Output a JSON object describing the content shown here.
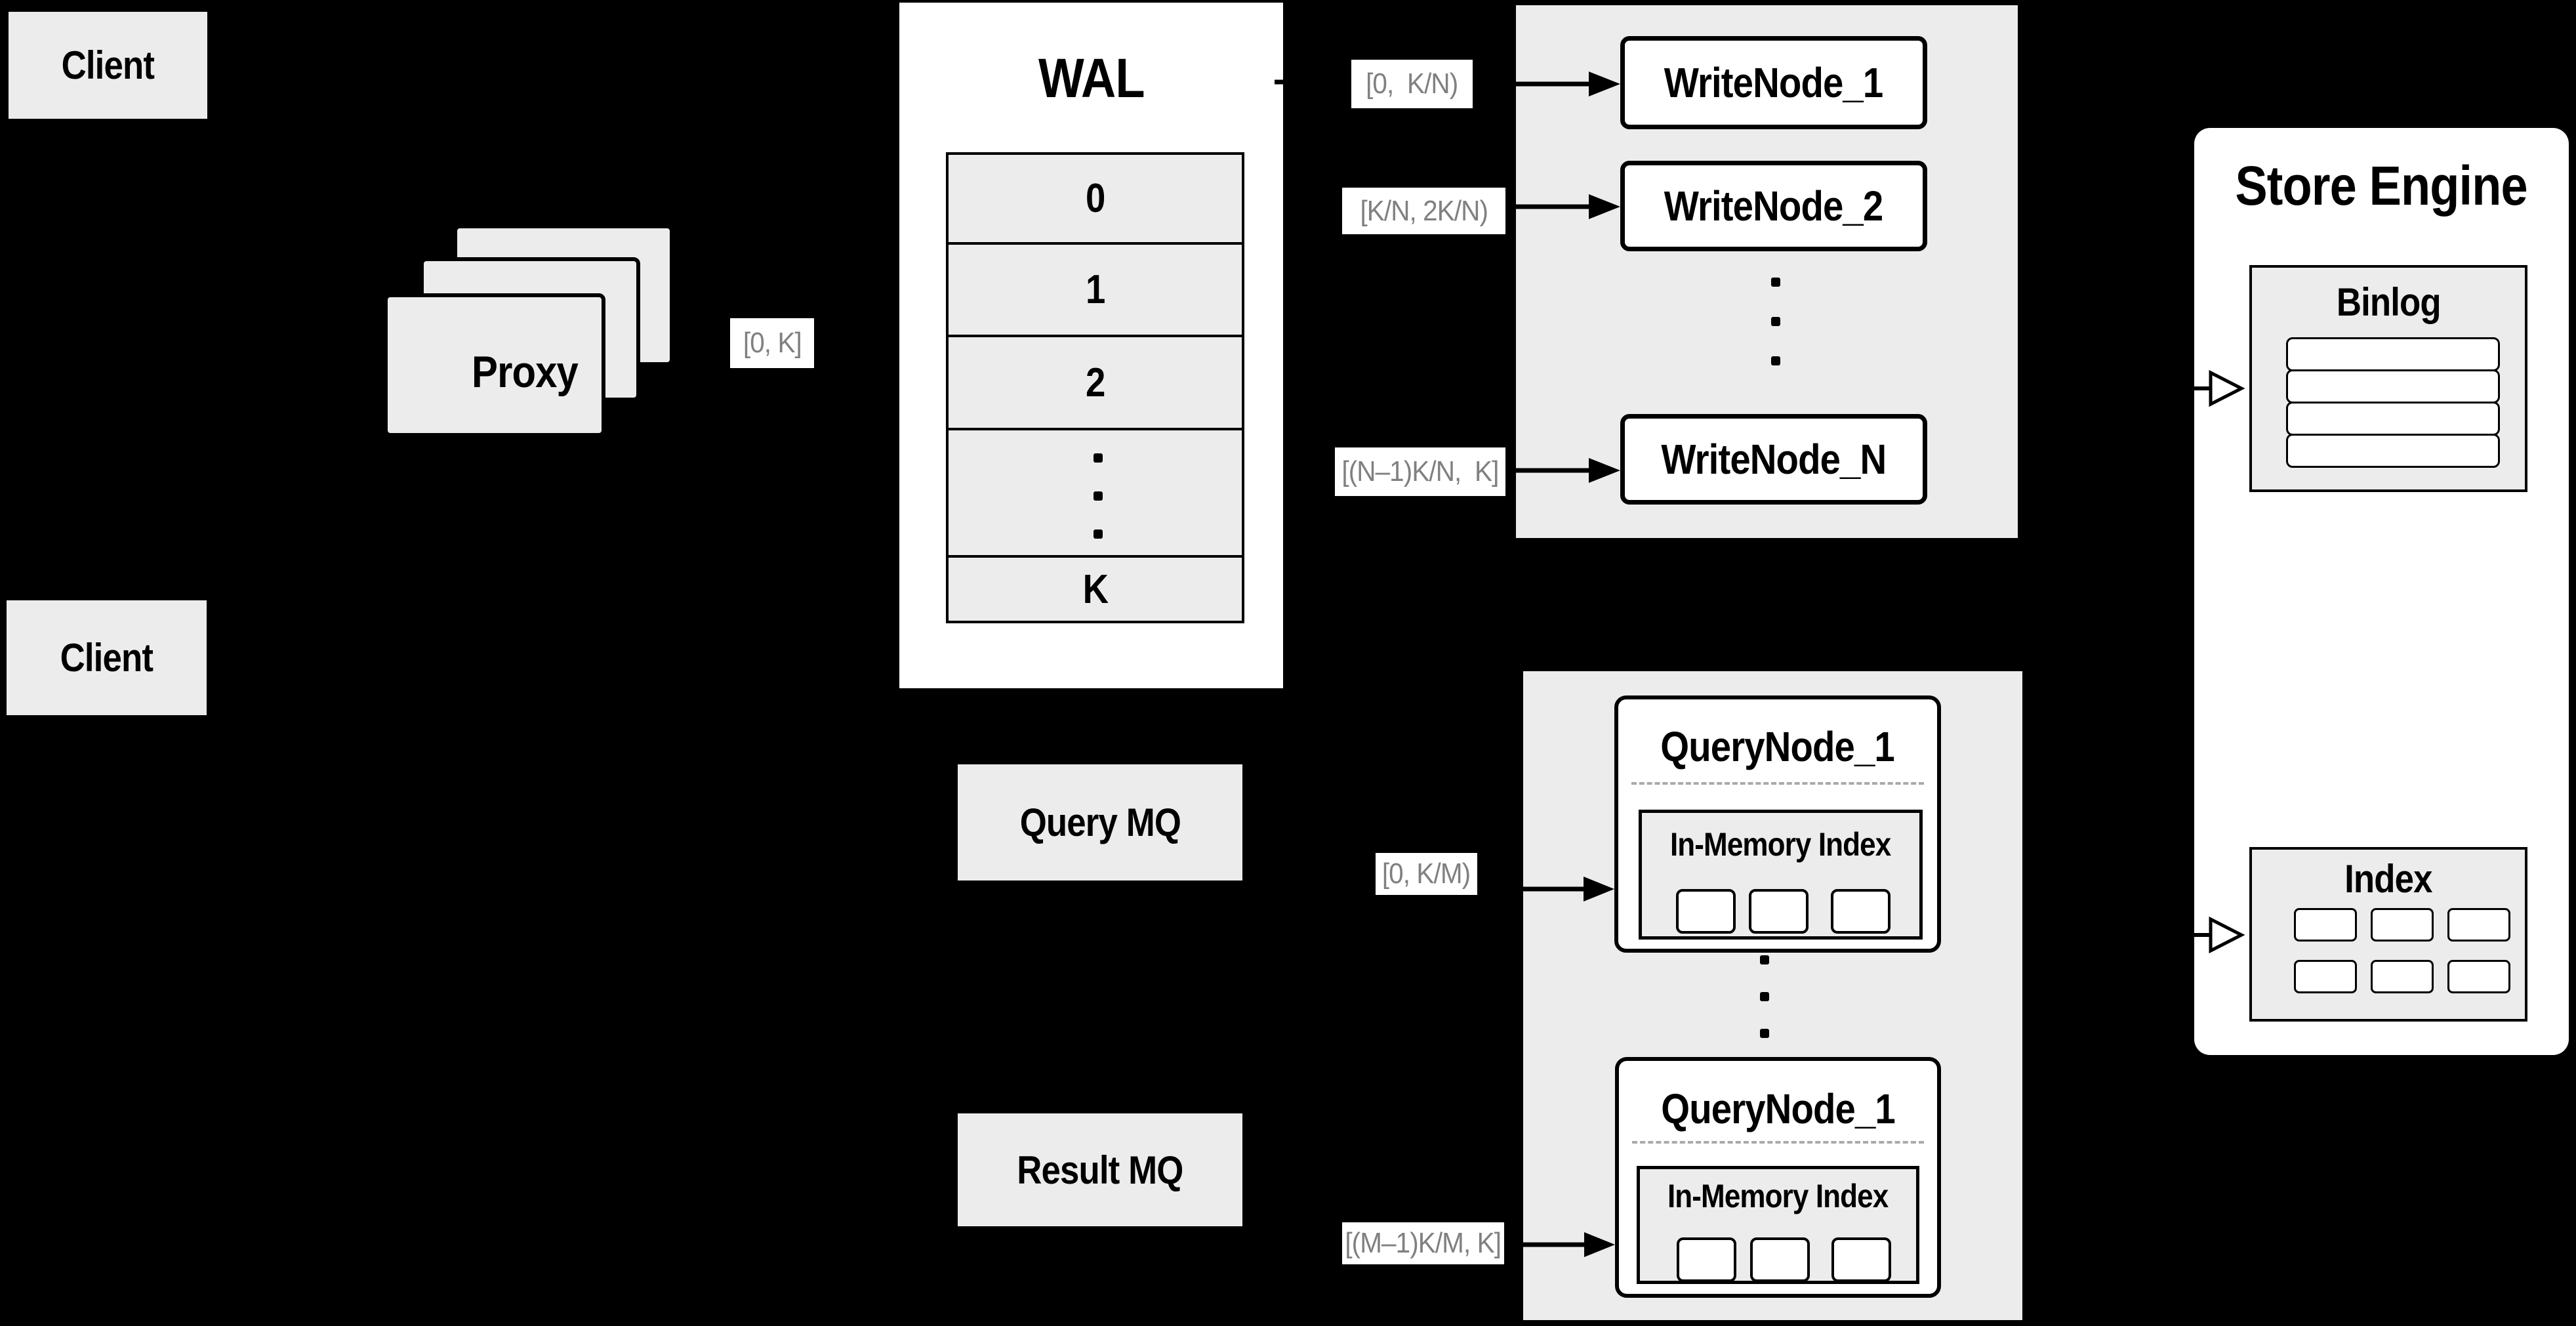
{
  "colors": {
    "background": "#000000",
    "box_gray": "#ececec",
    "white": "#ffffff",
    "border_black": "#000000",
    "range_label_text": "#808080",
    "dashed_separator": "#aaaaaa"
  },
  "client_top": {
    "label": "Client"
  },
  "client_bottom": {
    "label": "Client"
  },
  "proxy": {
    "label": "Proxy"
  },
  "wal": {
    "title": "WAL",
    "rows": [
      "0",
      "1",
      "2"
    ],
    "last_row": "K"
  },
  "range_labels": {
    "proxy_wal": "[0, K]",
    "write_1": "[0,  K/N)",
    "write_2": "[K/N, 2K/N)",
    "write_n": "[(N–1)K/N,  K]",
    "query_1": "[0, K/M)",
    "query_m": "[(M–1)K/M, K]"
  },
  "write_area": {
    "nodes": [
      "WriteNode_1",
      "WriteNode_2",
      "WriteNode_N"
    ]
  },
  "mq": {
    "query": "Query MQ",
    "result": "Result MQ"
  },
  "query_area": {
    "nodes": [
      {
        "title": "QueryNode_1",
        "memory_index_label": "In-Memory Index"
      },
      {
        "title": "QueryNode_1",
        "memory_index_label": "In-Memory Index"
      }
    ]
  },
  "store_engine": {
    "title": "Store Engine",
    "binlog_title": "Binlog",
    "index_title": "Index"
  }
}
